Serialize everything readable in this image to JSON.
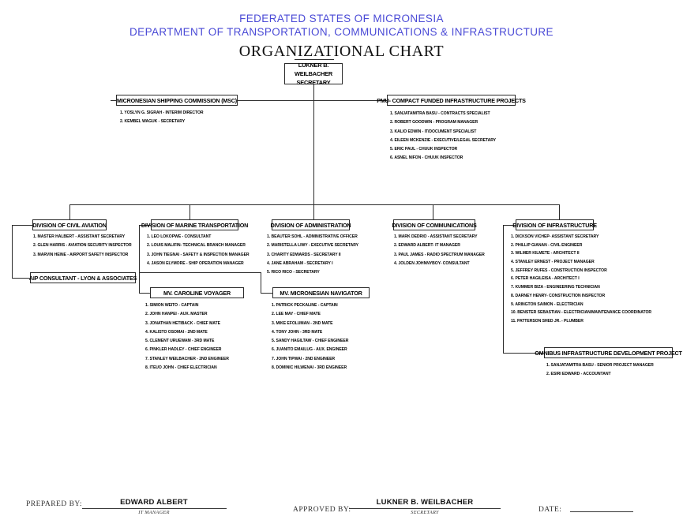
{
  "header": {
    "line1": "FEDERATED STATES OF MICRONESIA",
    "line2": "DEPARTMENT OF TRANSPORTATION, COMMUNICATIONS & INFRASTRUCTURE",
    "title": "ORGANIZATIONAL CHART",
    "accent_color": "#4a4ad6"
  },
  "secretary": {
    "name": "LUKNER B. WEILBACHER",
    "role": "SECRETARY"
  },
  "msc": {
    "title": "MICRONESIAN SHIPPING COMMISSION (MSC)",
    "members": [
      "1. YOSLYN G. SIGRAH - INTERIM DIRECTOR",
      "2. KEMBEL WAGUK - SECRETARY"
    ]
  },
  "pmu": {
    "title": "PMU- COMPACT FUNDED INFRASTRUCTURE PROJECTS",
    "members": [
      "1. SANJATAMITRA BASU - CONTRACTS SPECIALIST",
      "2. ROBERT GOODWIN - PROGRAM MANAGER",
      "3. KALIO EDWIN - IT/DOCUMENT SPECIALIST",
      "4. EILEEN MCKENZIE - EXECUTIVE/LEGAL SECRETARY",
      "5. ERIC PAUL - CHUUK INSPECTOR",
      "6. ASNEL NIFON - CHUUK INSPECTOR"
    ]
  },
  "divisions": [
    {
      "title": "DIVISION OF CIVIL AVIATION",
      "members": [
        "1. MASTER HALBERT - ASSISTANT SECRETARY",
        "2. GLEN HARRIS - AVIATION SECURITY INSPECTOR",
        "3. MARVIN HEINE - AIRPORT SAFETY INSPECTOR"
      ]
    },
    {
      "title": "DIVISION OF MARINE TRANSPORTATION",
      "members": [
        "1. LEO LOKOPWE - CONSULTANT",
        "2. LOUIS MALIFIN- TECHNICAL BRANCH MANAGER",
        "3. JOHN TIEGNAI - SAFETY & INSPECTION MANAGER",
        "4. JASON ELYMORE - SHIP OPERATION MANAGER"
      ]
    },
    {
      "title": "DIVISION OF ADMINISTRATION",
      "members": [
        "1. BEAUTER SOHL - ADMINISTRATIVE OFFICER",
        "2. MARISTELLA LIWY - EXECUTIVE SECRETARY",
        "3. CHARITY EDWARDS - SECRETARY II",
        "4. JANE ABRAHAM - SECRETARY I",
        "5. RICO RICO - SECRETARY"
      ]
    },
    {
      "title": "DIVISION OF COMMUNICATIONS",
      "members": [
        "1. MARK DEDRIO - ASSISTANT SECRETARY",
        "2. EDWARD ALBERT- IT MANAGER",
        "3. PAUL JAMES - RADIO SPECTRUM MANAGER",
        "4. JOLDEN JOHNNYBOY- CONSULTANT"
      ]
    },
    {
      "title": "DIVISION OF INFRASTRUCTURE",
      "members": [
        "1. DICKSON VICHEP- ASSISTANT SECRETARY",
        "2. PHILLIP GIANAN - CIVIL ENGINEER",
        "3. WILMER KILMETE - ARCHITECT II",
        "4. STANLEY ERNEST - PROJECT MANAGER",
        "5. JEFFREY RUFES - CONSTRUCTION INSPECTOR",
        "6. PETER HAGILEISA - ARCHITECT I",
        "7. KUMMER BIZA - ENGINEERING TECHNICIAN",
        "8. DARNEY HENRY- CONSTRUCTION INSPECTOR",
        "9. ARINGTON SAIMON - ELECTRICIAN",
        "10. BENSTER SEBASTIAN - ELECTRICIAN/MAINTENANCE COORDINATOR",
        "11. PATTERSON SHED JR. - PLUMBER"
      ]
    }
  ],
  "aip": {
    "title": "AIP CONSULTANT - LYON & ASSOCIATES"
  },
  "vessels": [
    {
      "title": "MV. CAROLINE VOYAGER",
      "members": [
        "1. SIMION WEITO - CAPTAIN",
        "2. JOHN HANPEI - AUX. MASTER",
        "3. JONATHAN HETIBACK - CHIEF MATE",
        "4. KALISTO OSOMAI - 2ND MATE",
        "5. CLEMENT URUEWAM - 3RD MATE",
        "6. PINKLER HADLEY - CHIEF ENGINEER",
        "7. STANLEY WEILBACHER - 2ND ENGINEER",
        "8. ITEUO JOHN - CHIEF ELECTRICIAN"
      ]
    },
    {
      "title": "MV. MICRONESIAN NAVIGATOR",
      "members": [
        "1. PATRICK PECKALINE - CAPTAIN",
        "2. LEE MAY - CHIEF MATE",
        "3. MIKE EFOLUMAN - 2ND MATE",
        "4. TONY JOHN - 3RD MATE",
        "5. SANDY HAGILTAW - CHIEF ENGINEER",
        "6. JUANITO EMAILUG - AUX. ENGINEER",
        "7. JOHN TIPWAI - 2ND ENGINEER",
        "8. DOMINIC HILWENAI - 3RD ENGINEER"
      ]
    }
  ],
  "omnibus": {
    "title": "OMNIBUS INFRASTRUCTURE DEVELOPMENT PROJECT",
    "members": [
      "1. SANJATAMITRA BASU - SENIOR PROJECT MANAGER",
      "2. ESIRI EDWARD - ACCOUNTANT"
    ]
  },
  "footer": {
    "prepared_label": "PREPARED BY:",
    "prepared_name": "EDWARD ALBERT",
    "prepared_role": "IT MANAGER",
    "approved_label": "APPROVED BY:",
    "approved_name": "LUKNER B. WEILBACHER",
    "approved_role": "SECRETARY",
    "date_label": "DATE:"
  }
}
